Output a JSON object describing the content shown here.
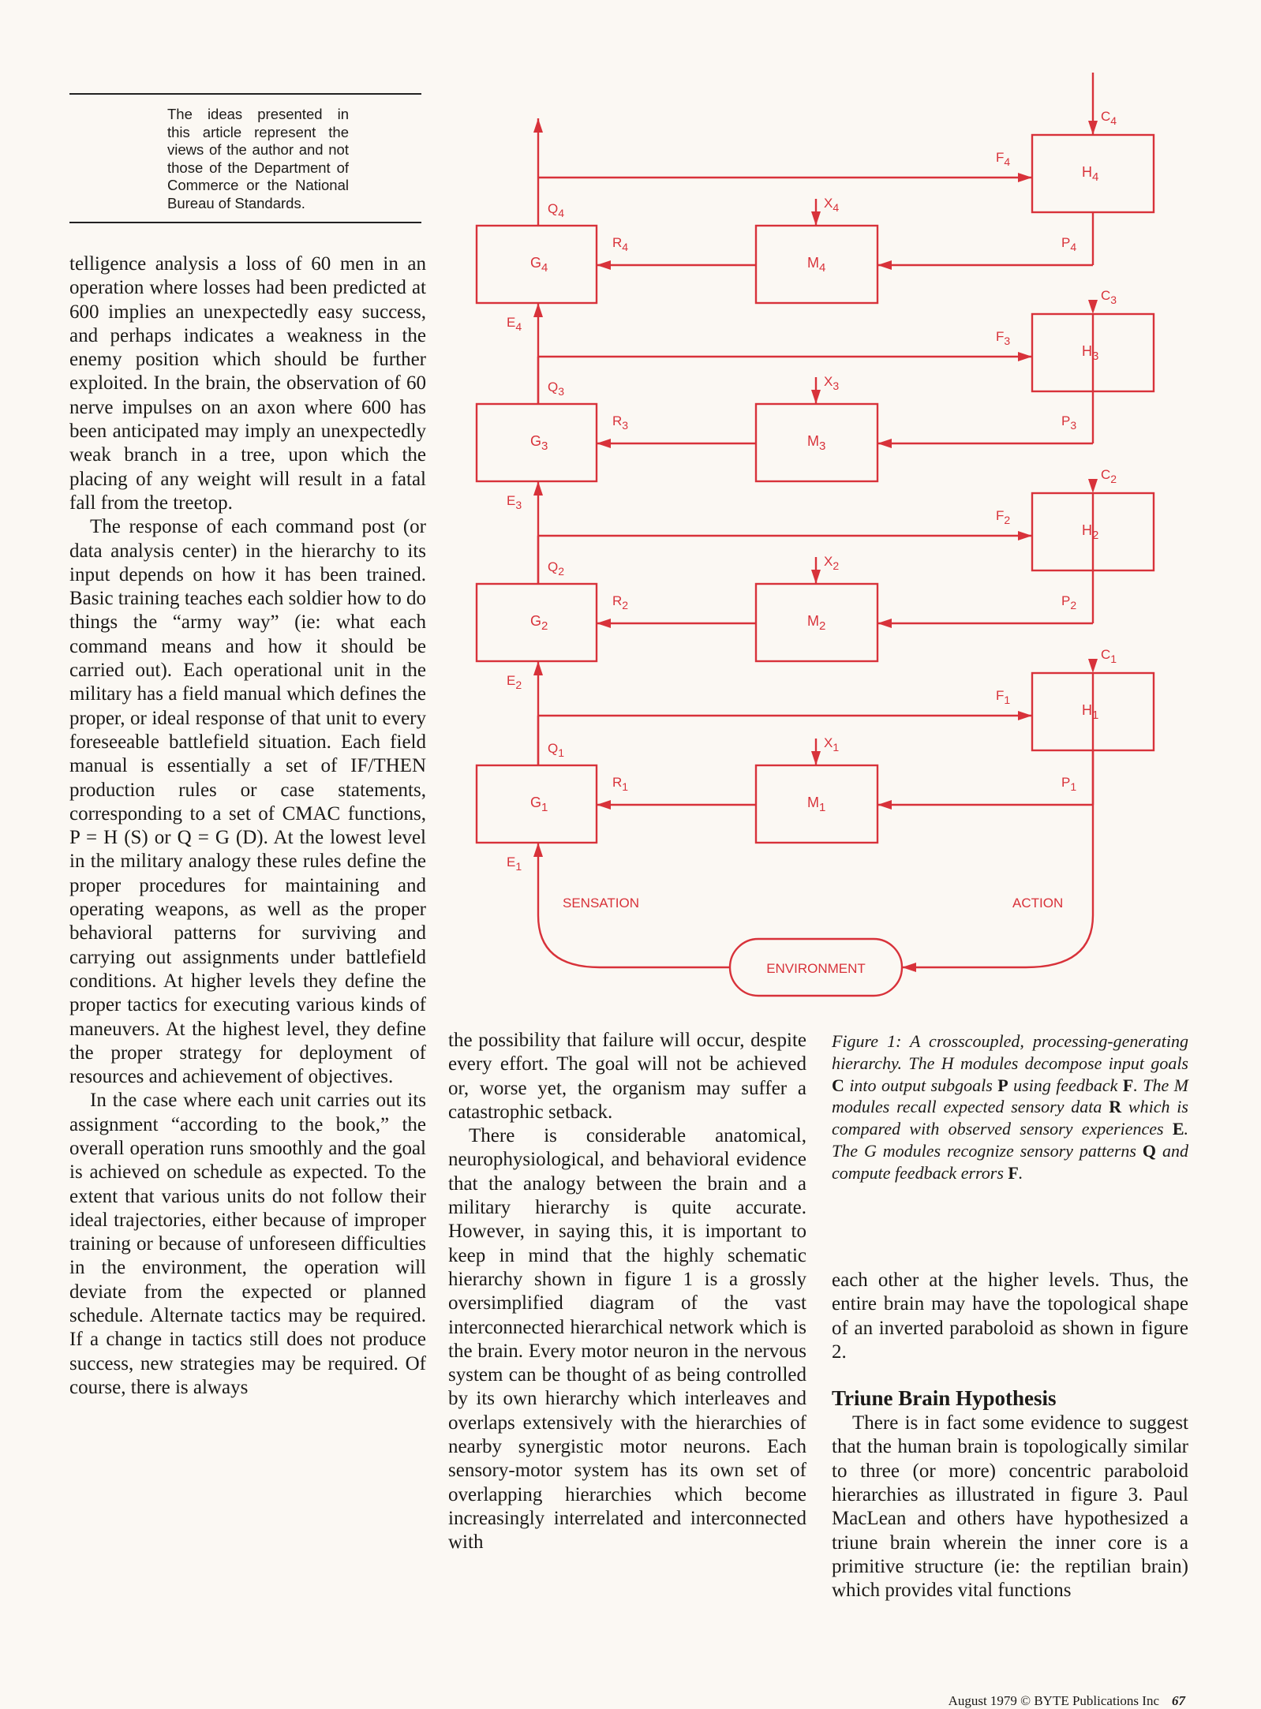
{
  "note": [
    "The ideas presented in",
    "this article represent the",
    "views of the author and not",
    "those of the Department of",
    "Commerce or the National",
    "Bureau of Standards."
  ],
  "col1": [
    "telligence analysis a loss of 60 men in an operation where losses had been predicted at 600 implies an unexpectedly easy success, and perhaps indicates a weakness in the enemy position which should be further exploited. In the brain, the observation of 60 nerve impulses on an axon where 600 has been anticipated may imply an unexpectedly weak branch in a tree, upon which the placing of any weight will result in a fatal fall from the treetop.",
    "The response of each command post (or data analysis center) in the hierarchy to its input depends on how it has been trained. Basic training teaches each soldier how to do things the “army way” (ie: what each command means and how it should be carried out). Each operational unit in the military has a field manual which defines the proper, or ideal response of that unit to every foreseeable battlefield situation. Each field manual is essentially a set of IF/THEN production rules or case statements, corresponding to a set of CMAC functions, P = H (S) or Q = G (D). At the lowest level in the military analogy these rules define the proper procedures for maintaining and operating weapons, as well as the proper behavioral patterns for surviving and carrying out assignments under battlefield conditions. At higher levels they define the proper tactics for executing various kinds of maneuvers. At the highest level, they define the proper strategy for deployment of resources and achievement of objectives.",
    "In the case where each unit carries out its assignment “according to the book,” the overall operation runs smoothly and the goal is achieved on schedule as expected. To the extent that various units do not follow their ideal trajectories, either because of improper training or because of unforeseen difficulties in the environment, the operation will deviate from the expected or planned schedule. Alternate tactics may be required. If a change in tactics still does not produce success, new strategies may be required. Of course, there is always"
  ],
  "col2": [
    "the possibility that failure will occur, despite every effort. The goal will not be achieved or, worse yet, the organism may suffer a catastrophic setback.",
    "There is considerable anatomical, neurophysiological, and behavioral evidence that the analogy between the brain and a military hierarchy is quite accurate. However, in saying this, it is important to keep in mind that the highly schematic hierarchy shown in figure 1 is a grossly oversimplified diagram of the vast interconnected hierarchical network which is the brain. Every motor neuron in the nervous system can be thought of as being controlled by its own hierarchy which interleaves and overlaps extensively with the hierarchies of nearby synergistic motor neurons. Each sensory-motor system has its own set of overlapping hierarchies which become increasingly interrelated and interconnected with"
  ],
  "caption": {
    "t1": "Figure 1: A crosscoupled, processing-generating hierarchy. The H modules decompose input goals ",
    "b1": "C",
    "t2": " into output subgoals ",
    "b2": "P",
    "t3": " using feedback ",
    "b3": "F",
    "t4": ". The M modules recall expected sensory data ",
    "b4": "R",
    "t5": " which is compared with observed sensory experiences ",
    "b5": "E",
    "t6": ". The G modules recognize sensory patterns ",
    "b6": "Q",
    "t7": " and compute feedback errors ",
    "b7": "F",
    "t8": "."
  },
  "col3": {
    "p1": "each other at the higher levels. Thus, the entire brain may have the topological shape of an inverted paraboloid as shown in figure 2.",
    "heading": "Triune Brain Hypothesis",
    "p2": "There is in fact some evidence to suggest that the human brain is topologically similar to three (or more) concentric paraboloid hierarchies as illustrated in figure 3. Paul MacLean and others have hypothesized a triune brain wherein the inner core is a primitive structure (ie: the reptilian brain) which provides vital functions"
  },
  "footer": {
    "text": "August 1979 © BYTE Publications Inc",
    "page": "67"
  },
  "diagram": {
    "color": "#d8323a",
    "sensation": "SENSATION",
    "action": "ACTION",
    "environment": "ENVIRONMENT",
    "levels": [
      {
        "G": "G",
        "M": "M",
        "H": "H",
        "sub": "1",
        "Q": "Q",
        "R": "R",
        "X": "X",
        "F": "F",
        "P": "P",
        "C": "C",
        "E": "E"
      },
      {
        "G": "G",
        "M": "M",
        "H": "H",
        "sub": "2",
        "Q": "Q",
        "R": "R",
        "X": "X",
        "F": "F",
        "P": "P",
        "C": "C",
        "E": "E"
      },
      {
        "G": "G",
        "M": "M",
        "H": "H",
        "sub": "3",
        "Q": "Q",
        "R": "R",
        "X": "X",
        "F": "F",
        "P": "P",
        "C": "C",
        "E": "E"
      },
      {
        "G": "G",
        "M": "M",
        "H": "H",
        "sub": "4",
        "Q": "Q",
        "R": "R",
        "X": "X",
        "F": "F",
        "P": "P",
        "C": "C",
        "E": "E"
      }
    ]
  }
}
